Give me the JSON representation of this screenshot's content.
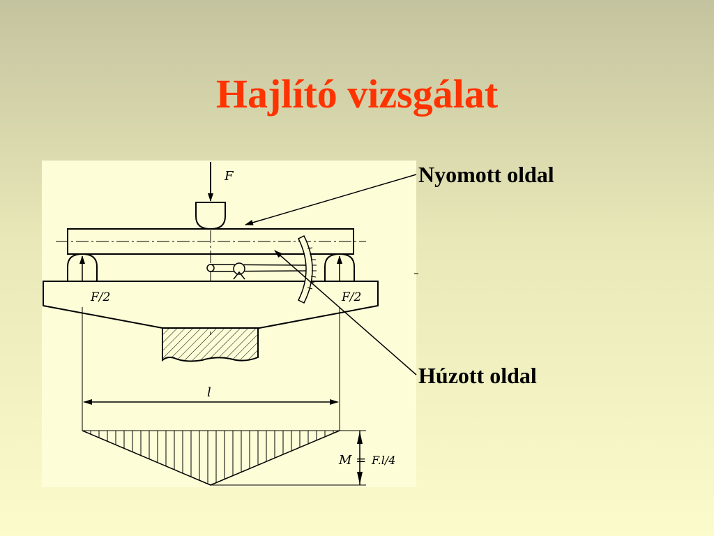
{
  "slide": {
    "title": "Hajlító vizsgálat",
    "label_compressed": "Nyomott oldal",
    "label_tension": "Húzott oldal"
  },
  "diagram": {
    "force_label": "F",
    "reaction_left": "F/2",
    "reaction_right": "F/2",
    "span_label": "l",
    "moment_label": "M =",
    "moment_formula": "F.l/4"
  },
  "colors": {
    "title": "#ff3300",
    "panel": "#fdfdd8",
    "ink": "#000000"
  }
}
